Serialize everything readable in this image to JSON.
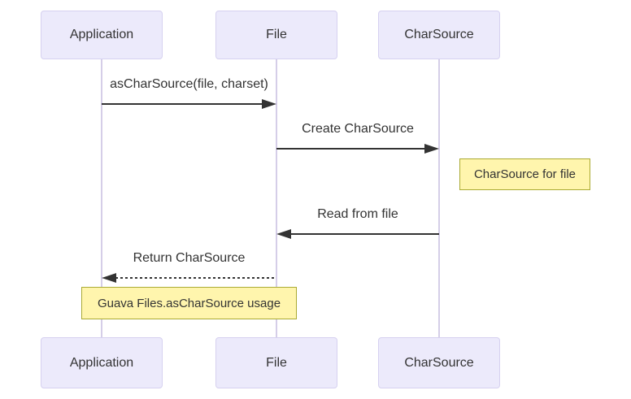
{
  "diagram_type": "sequence-diagram",
  "colors": {
    "background": "#FFFFFF",
    "actor_fill": "#ECEAFB",
    "actor_border": "#D6D1F0",
    "actor_text": "#333333",
    "lifeline": "#D5CEE8",
    "message_line": "#333333",
    "message_text": "#333333",
    "note_fill": "#FFF5AD",
    "note_border": "#AAAA33",
    "note_text": "#333333"
  },
  "actors": [
    {
      "id": "application",
      "label": "Application"
    },
    {
      "id": "file",
      "label": "File"
    },
    {
      "id": "charsource",
      "label": "CharSource"
    }
  ],
  "messages": [
    {
      "from": "Application",
      "to": "File",
      "label": "asCharSource(file, charset)",
      "line": "solid",
      "direction": "right"
    },
    {
      "from": "File",
      "to": "CharSource",
      "label": "Create CharSource",
      "line": "solid",
      "direction": "right"
    },
    {
      "from": "CharSource",
      "to": "File",
      "label": "Read from file",
      "line": "solid",
      "direction": "left"
    },
    {
      "from": "File",
      "to": "Application",
      "label": "Return CharSource",
      "line": "dotted",
      "direction": "left"
    }
  ],
  "notes": [
    {
      "text": "CharSource for file",
      "position": "right of CharSource"
    },
    {
      "text": "Guava Files.asCharSource usage",
      "position": "over Application and File"
    }
  ]
}
